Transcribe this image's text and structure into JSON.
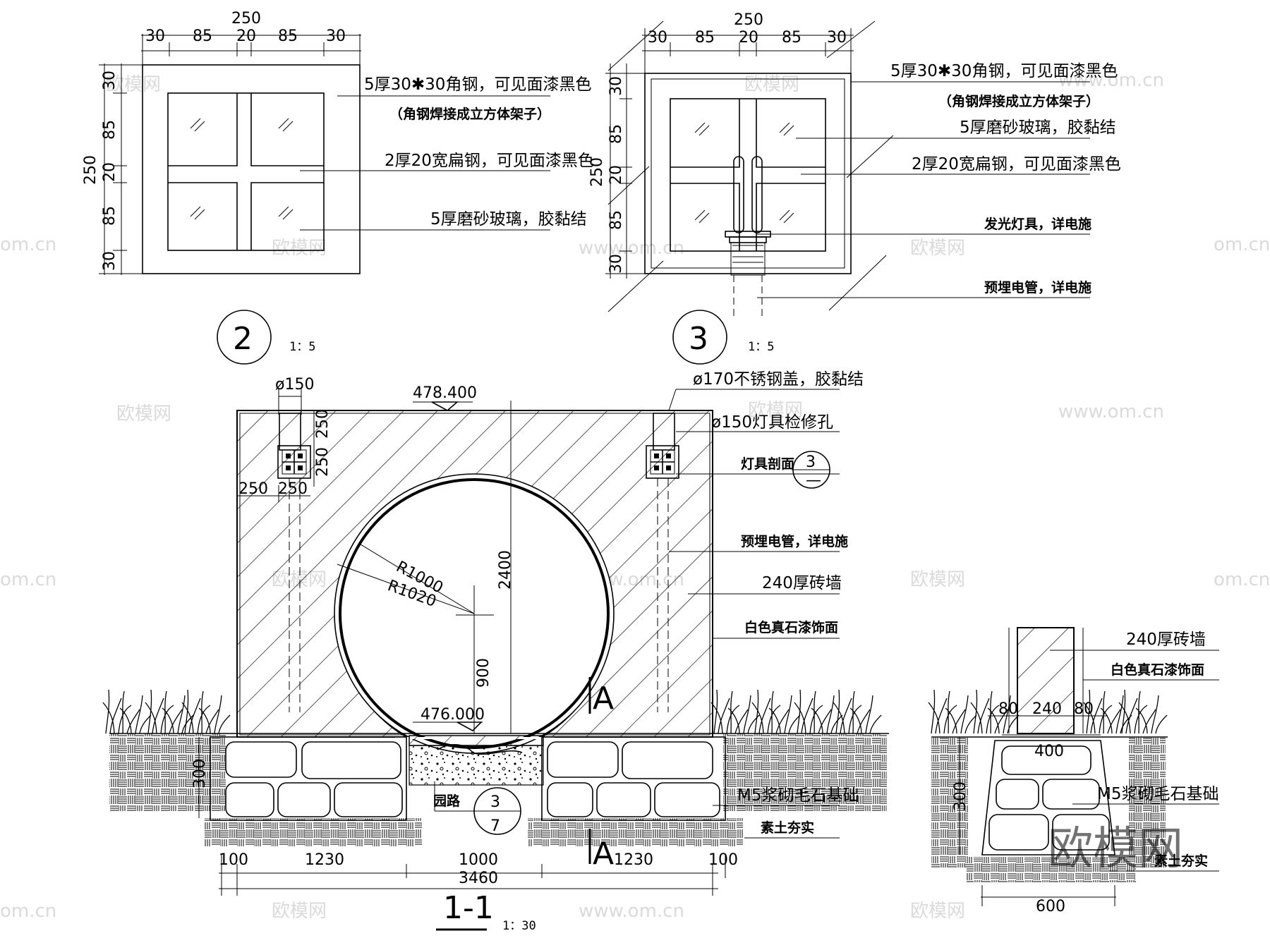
{
  "detail2": {
    "overall": "250",
    "dims": [
      "30",
      "85",
      "20",
      "85",
      "30"
    ],
    "label_steel": "5厚30✱30角钢，可见面漆黑色",
    "label_frame": "（角钢焊接成立方体架子）",
    "label_flat": "2厚20宽扁钢，可见面漆黑色",
    "label_glass": "5厚磨砂玻璃，胶黏结",
    "callout": "2",
    "scale": "1：5"
  },
  "detail3": {
    "overall": "250",
    "dims": [
      "30",
      "85",
      "20",
      "85",
      "30"
    ],
    "label_steel": "5厚30✱30角钢，可见面漆黑色",
    "label_frame": "（角钢焊接成立方体架子）",
    "label_glass": "5厚磨砂玻璃，胶黏结",
    "label_flat": "2厚20宽扁钢，可见面漆黑色",
    "label_lamp": "发光灯具，详电施",
    "label_conduit": "预埋电管，详电施",
    "callout": "3",
    "scale": "1：5"
  },
  "section": {
    "dia150": "ø150",
    "elev_top": "478.400",
    "elev_bottom": "476.000",
    "dim_250a": "250",
    "dim_250b": "250",
    "dim_250c": "250",
    "dim_250d": "250",
    "r1000": "R1000",
    "r1020": "R1020",
    "h2400": "2400",
    "h900": "900",
    "label_cap": "ø170不锈钢盖，胶黏结",
    "label_hole": "ø150灯具检修孔",
    "label_lamp_sec": "灯具剖面",
    "callout_top": "3",
    "callout_bot": "—",
    "label_conduit": "预埋电管，详电施",
    "label_wall": "240厚砖墙",
    "label_finish": "白色真石漆饰面",
    "label_found": "M5浆砌毛石基础",
    "label_soil": "素土夯实",
    "label_road": "园路",
    "ref_top": "3",
    "ref_bot": "7",
    "section_mark": "A",
    "dims_bottom": [
      "100",
      "1230",
      "1000",
      "1230",
      "100"
    ],
    "total": "3460",
    "foundation_h": "300",
    "title": "1-1",
    "scale": "1：30"
  },
  "sectionA": {
    "label_wall": "240厚砖墙",
    "label_finish": "白色真石漆饰面",
    "label_found": "M5浆砌毛石基础",
    "label_soil": "素土夯实",
    "dims_top": [
      "80",
      "240",
      "80"
    ],
    "dim_400": "400",
    "dim_600": "600",
    "foundation_h": "300"
  },
  "watermarks": {
    "brand": "欧模网",
    "site": "www.om.cn",
    "site_short": "om.cn"
  }
}
